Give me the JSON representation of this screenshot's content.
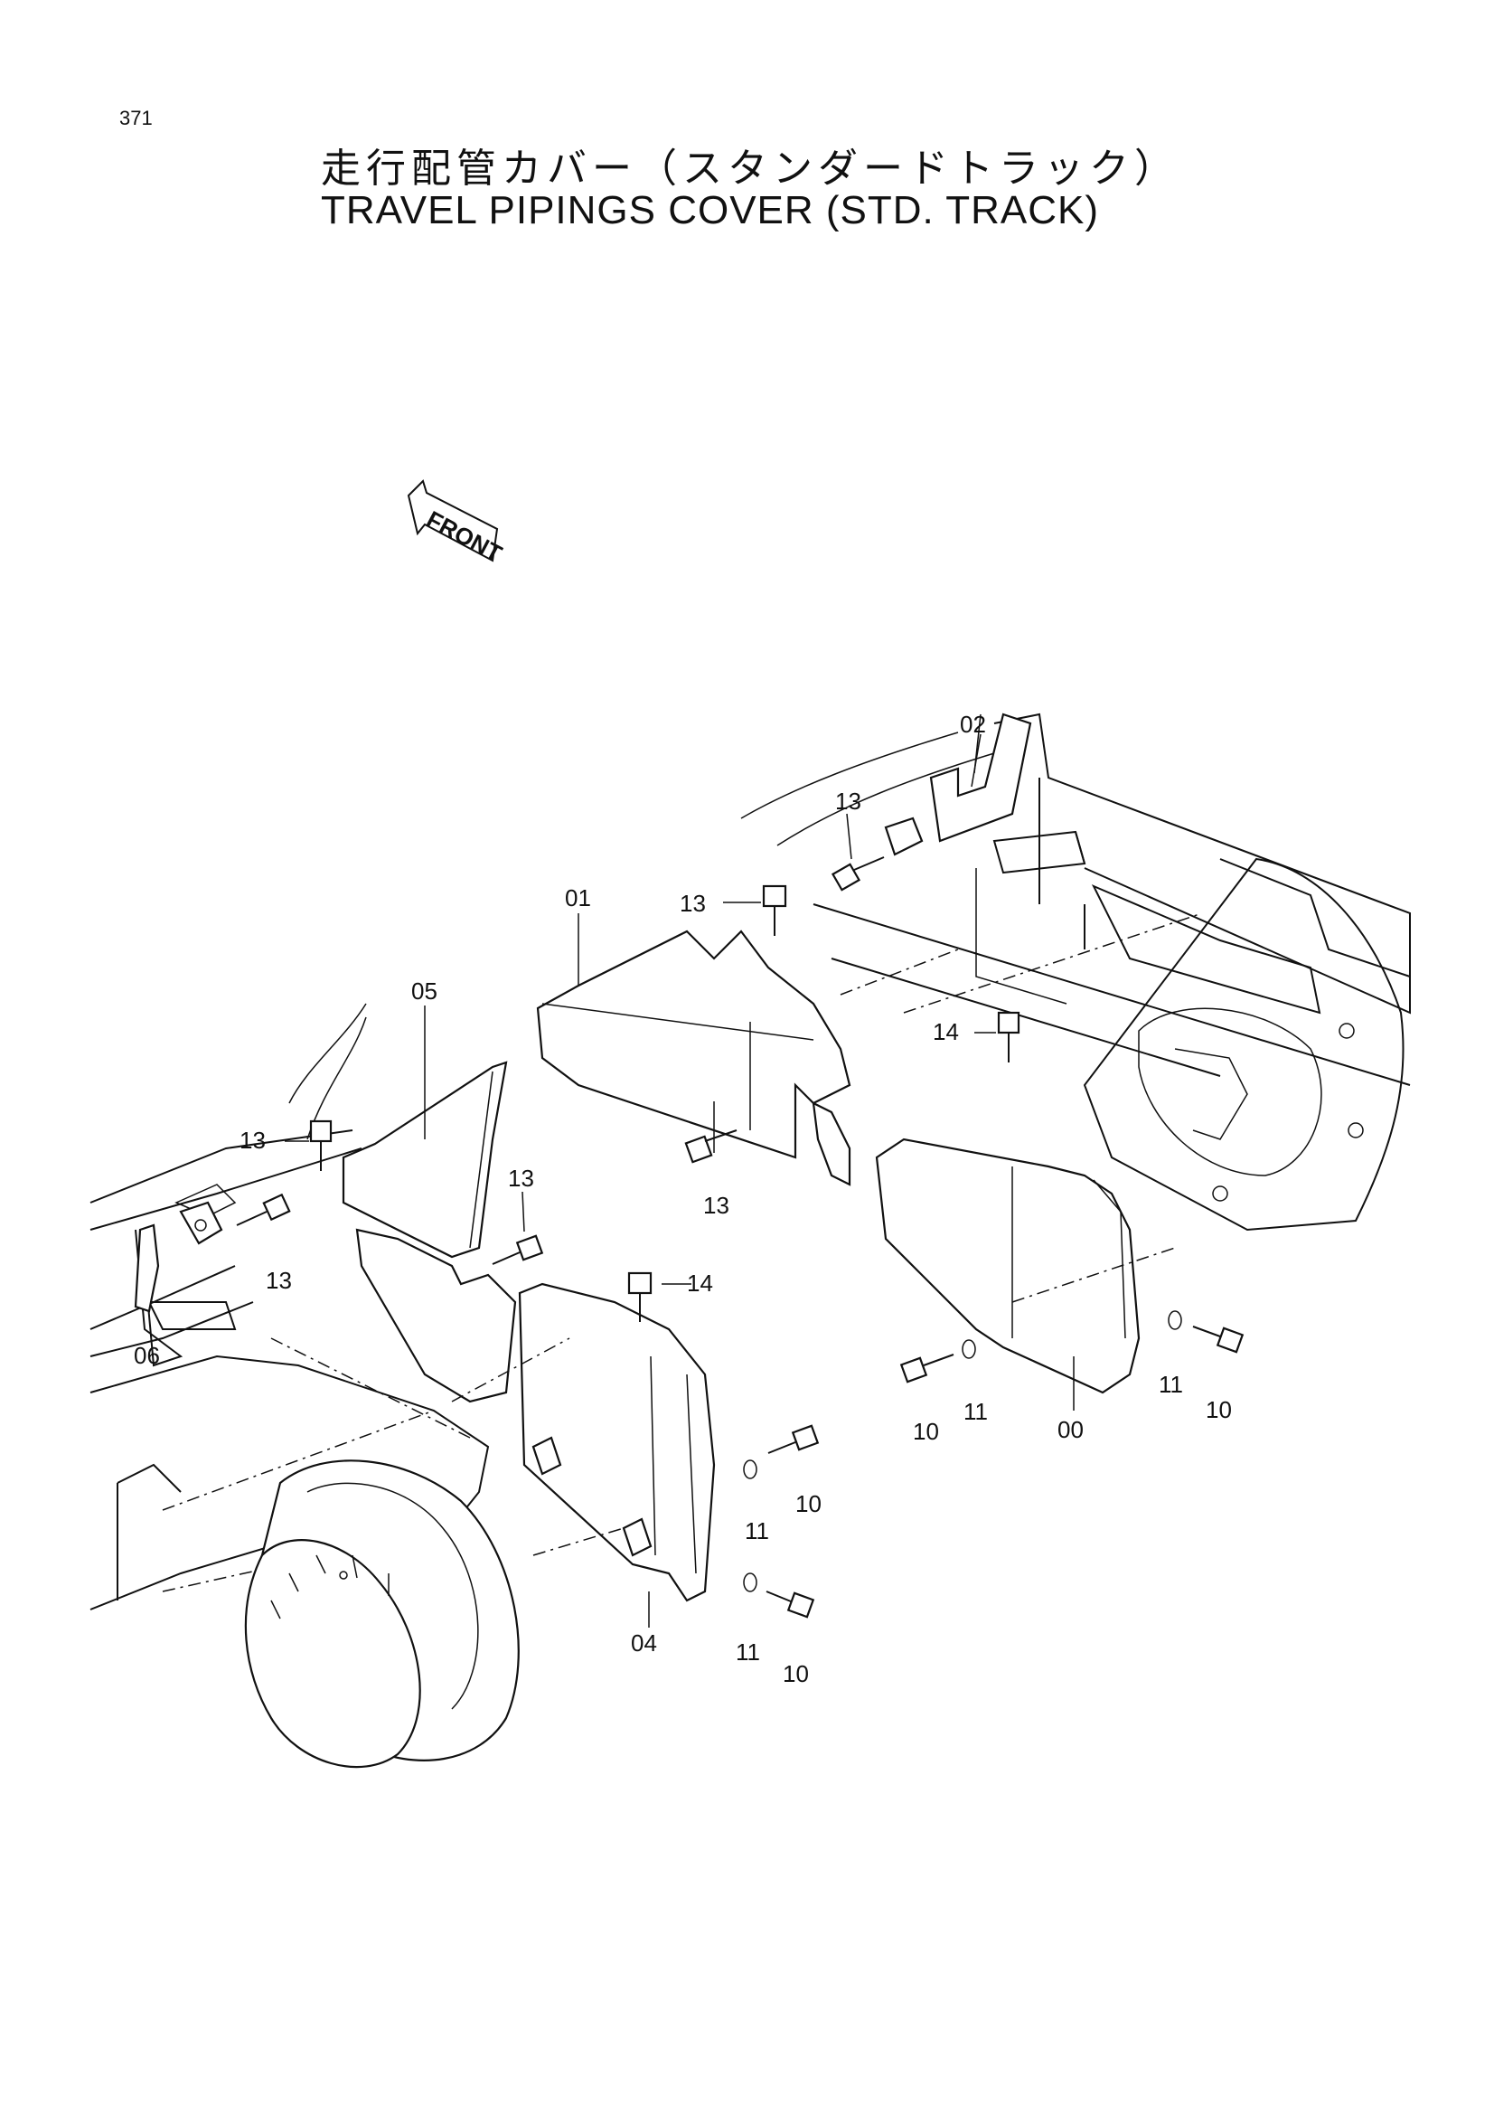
{
  "page": {
    "number": "371",
    "title_jp": "走行配管カバー（スタンダードトラック）",
    "title_en": "TRAVEL PIPINGS COVER (STD. TRACK)"
  },
  "front_indicator": {
    "label": "FRONT",
    "icon": "arrow-left-up-icon"
  },
  "callouts": [
    {
      "id": "c00",
      "text": "00"
    },
    {
      "id": "c01",
      "text": "01"
    },
    {
      "id": "c02",
      "text": "02"
    },
    {
      "id": "c04",
      "text": "04"
    },
    {
      "id": "c05",
      "text": "05"
    },
    {
      "id": "c06",
      "text": "06"
    },
    {
      "id": "c10a",
      "text": "10"
    },
    {
      "id": "c10b",
      "text": "10"
    },
    {
      "id": "c10c",
      "text": "10"
    },
    {
      "id": "c10d",
      "text": "10"
    },
    {
      "id": "c11a",
      "text": "11"
    },
    {
      "id": "c11b",
      "text": "11"
    },
    {
      "id": "c11c",
      "text": "11"
    },
    {
      "id": "c11d",
      "text": "11"
    },
    {
      "id": "c13a",
      "text": "13"
    },
    {
      "id": "c13b",
      "text": "13"
    },
    {
      "id": "c13c",
      "text": "13"
    },
    {
      "id": "c13d",
      "text": "13"
    },
    {
      "id": "c13e",
      "text": "13"
    },
    {
      "id": "c13f",
      "text": "13"
    },
    {
      "id": "c14a",
      "text": "14"
    },
    {
      "id": "c14b",
      "text": "14"
    }
  ]
}
